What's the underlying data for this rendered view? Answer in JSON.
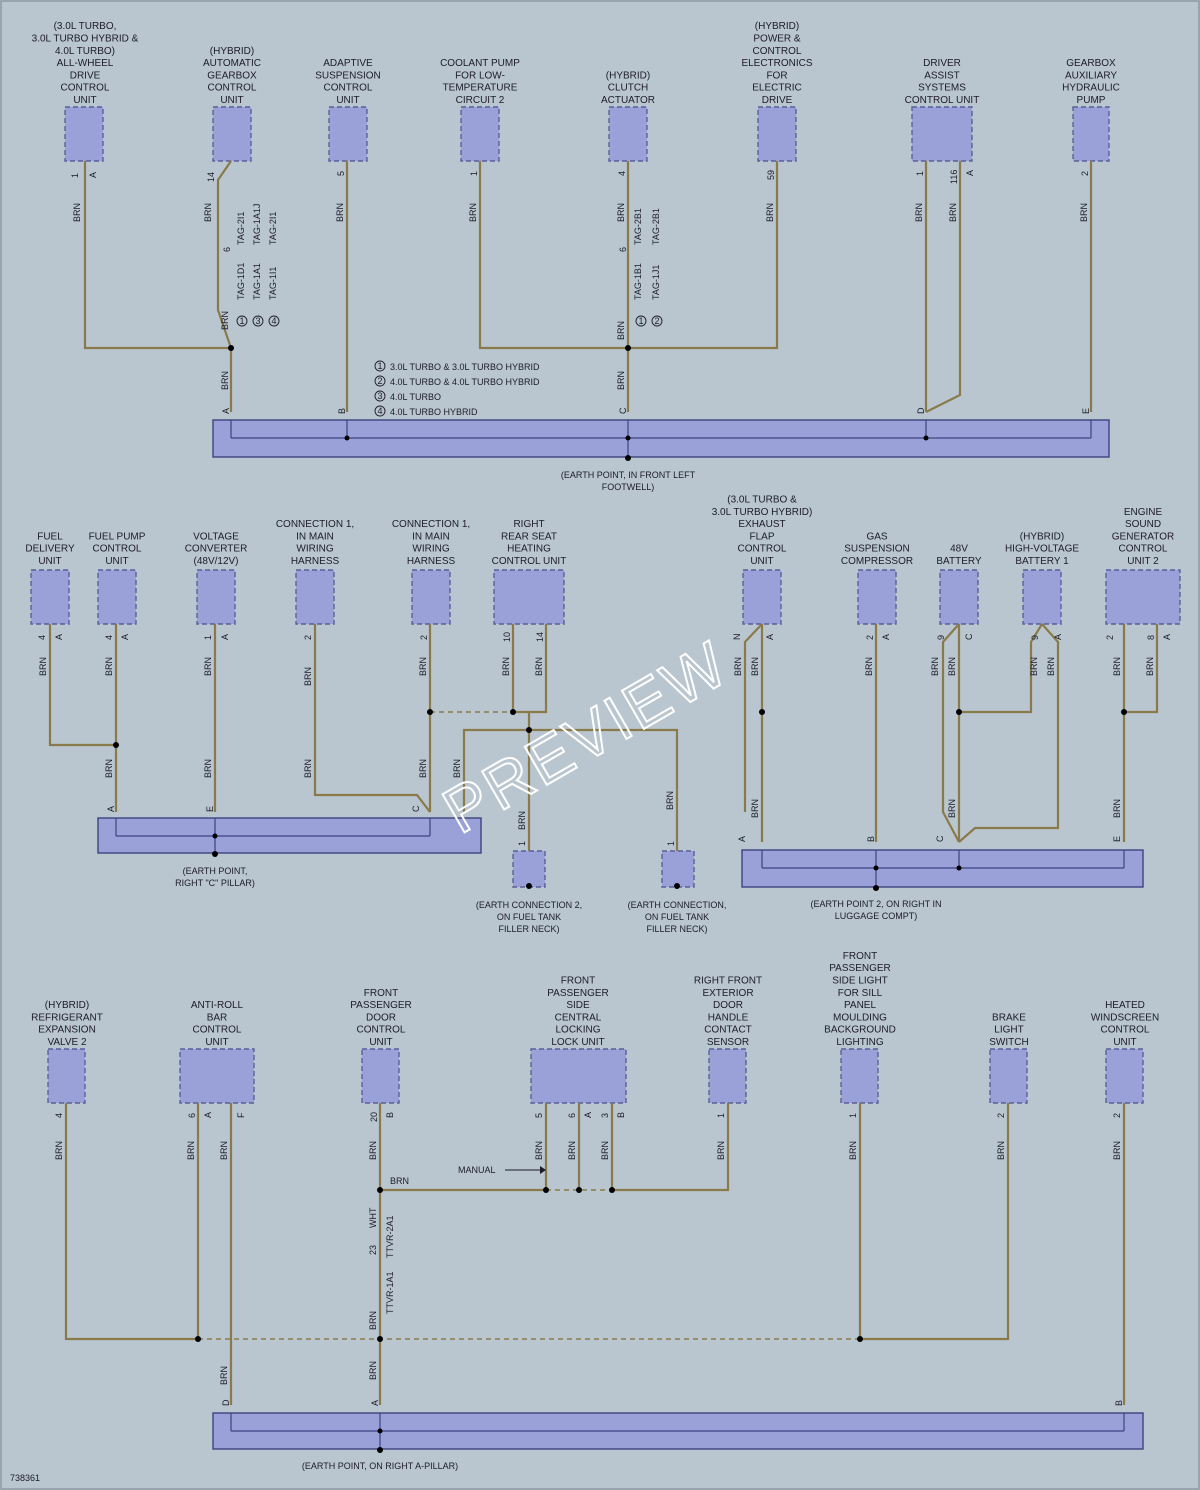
{
  "colors": {
    "background": "#b9c6cf",
    "component": "#9aa0d8",
    "wire": "#8a7a4a"
  },
  "diagram_id": "738361",
  "watermark": "PREVIEW",
  "section1": {
    "components": [
      {
        "id": "awd",
        "lines": [
          "(3.0L TURBO,",
          "3.0L TURBO HYBRID &",
          "4.0L TURBO)",
          "ALL-WHEEL",
          "DRIVE",
          "CONTROL",
          "UNIT"
        ],
        "pins": [
          "1",
          "A"
        ]
      },
      {
        "id": "gearbox",
        "lines": [
          "(HYBRID)",
          "AUTOMATIC",
          "GEARBOX",
          "CONTROL",
          "UNIT"
        ],
        "pins": [
          "14"
        ]
      },
      {
        "id": "adaptive",
        "lines": [
          "ADAPTIVE",
          "SUSPENSION",
          "CONTROL",
          "UNIT"
        ],
        "pins": [
          "5"
        ]
      },
      {
        "id": "coolant",
        "lines": [
          "COOLANT PUMP",
          "FOR LOW-",
          "TEMPERATURE",
          "CIRCUIT 2"
        ],
        "pins": [
          "1"
        ]
      },
      {
        "id": "clutch",
        "lines": [
          "(HYBRID)",
          "CLUTCH",
          "ACTUATOR"
        ],
        "pins": [
          "4"
        ]
      },
      {
        "id": "power",
        "lines": [
          "(HYBRID)",
          "POWER &",
          "CONTROL",
          "ELECTRONICS",
          "FOR",
          "ELECTRIC",
          "DRIVE"
        ],
        "pins": [
          "59"
        ]
      },
      {
        "id": "driver",
        "lines": [
          "DRIVER",
          "ASSIST",
          "SYSTEMS",
          "CONTROL UNIT"
        ],
        "pins": [
          "1",
          "116",
          "A"
        ]
      },
      {
        "id": "gbaux",
        "lines": [
          "GEARBOX",
          "AUXILIARY",
          "HYDRAULIC",
          "PUMP"
        ],
        "pins": [
          "2"
        ]
      }
    ],
    "wire_color": "BRN",
    "tags_left": [
      "TAG-2I1",
      "TAG-1A1J",
      "TAG-2I1",
      "TAG-1D1",
      "TAG-1A1",
      "TAG-1I1"
    ],
    "tags_right": [
      "TAG-2B1",
      "TAG-2B1",
      "TAG-1B1",
      "TAG-1J1"
    ],
    "pin6": "6",
    "circles_left": [
      "1",
      "3",
      "4"
    ],
    "circles_right": [
      "1",
      "2"
    ],
    "legend": [
      "3.0L TURBO & 3.0L TURBO HYBRID",
      "4.0L TURBO & 4.0L TURBO HYBRID",
      "4.0L TURBO",
      "4.0L TURBO HYBRID"
    ],
    "legend_nums": [
      "1",
      "2",
      "3",
      "4"
    ],
    "bar_pins": [
      "A",
      "B",
      "C",
      "D",
      "E"
    ],
    "earth_label": [
      "(EARTH POINT, IN FRONT LEFT",
      "FOOTWELL)"
    ]
  },
  "section2": {
    "components": [
      {
        "id": "fuel",
        "lines": [
          "FUEL",
          "DELIVERY",
          "UNIT"
        ],
        "pins": [
          "4",
          "A"
        ]
      },
      {
        "id": "fpump",
        "lines": [
          "FUEL PUMP",
          "CONTROL",
          "UNIT"
        ],
        "pins": [
          "4",
          "A"
        ]
      },
      {
        "id": "volt",
        "lines": [
          "VOLTAGE",
          "CONVERTER",
          "(48V/12V)"
        ],
        "pins": [
          "1",
          "A"
        ]
      },
      {
        "id": "conn1a",
        "lines": [
          "CONNECTION 1,",
          "IN MAIN",
          "WIRING",
          "HARNESS"
        ],
        "pins": [
          "2"
        ]
      },
      {
        "id": "conn1b",
        "lines": [
          "CONNECTION 1,",
          "IN MAIN",
          "WIRING",
          "HARNESS"
        ],
        "pins": [
          "2"
        ]
      },
      {
        "id": "rearseat",
        "lines": [
          "RIGHT",
          "REAR SEAT",
          "HEATING",
          "CONTROL UNIT"
        ],
        "pins": [
          "10",
          "14"
        ]
      },
      {
        "id": "exhaust",
        "lines": [
          "(3.0L TURBO &",
          "3.0L TURBO HYBRID)",
          "EXHAUST",
          "FLAP",
          "CONTROL",
          "UNIT"
        ],
        "pins": [
          "N",
          "A"
        ]
      },
      {
        "id": "gas",
        "lines": [
          "GAS",
          "SUSPENSION",
          "COMPRESSOR"
        ],
        "pins": [
          "2",
          "A"
        ]
      },
      {
        "id": "bat48",
        "lines": [
          "48V",
          "BATTERY"
        ],
        "pins": [
          "9",
          "C"
        ]
      },
      {
        "id": "hvbat",
        "lines": [
          "(HYBRID)",
          "HIGH-VOLTAGE",
          "BATTERY 1"
        ],
        "pins": [
          "9",
          "A"
        ]
      },
      {
        "id": "engsound",
        "lines": [
          "ENGINE",
          "SOUND",
          "GENERATOR",
          "CONTROL",
          "UNIT 2"
        ],
        "pins": [
          "2",
          "8",
          "A"
        ]
      }
    ],
    "wire_color": "BRN",
    "bar_left_pins": [
      "A",
      "E",
      "C"
    ],
    "bar_right_pins": [
      "A",
      "B",
      "C",
      "E"
    ],
    "earth_left": [
      "(EARTH POINT,",
      "RIGHT \"C\" PILLAR)"
    ],
    "earth_conn2": [
      "(EARTH CONNECTION 2,",
      "ON FUEL TANK",
      "FILLER NECK)"
    ],
    "earth_conn": [
      "(EARTH CONNECTION,",
      "ON FUEL TANK",
      "FILLER NECK)"
    ],
    "earth_right": [
      "(EARTH POINT 2, ON RIGHT IN",
      "LUGGAGE COMPT)"
    ],
    "pin1": "1"
  },
  "section3": {
    "components": [
      {
        "id": "refrig",
        "lines": [
          "(HYBRID)",
          "REFRIGERANT",
          "EXPANSION",
          "VALVE 2"
        ],
        "pins": [
          "4"
        ]
      },
      {
        "id": "antiroll",
        "lines": [
          "ANTI-ROLL",
          "BAR",
          "CONTROL",
          "UNIT"
        ],
        "pins": [
          "6",
          "A",
          "F"
        ]
      },
      {
        "id": "fpdoor",
        "lines": [
          "FRONT",
          "PASSENGER",
          "DOOR",
          "CONTROL",
          "UNIT"
        ],
        "pins": [
          "20",
          "B"
        ]
      },
      {
        "id": "fplock",
        "lines": [
          "FRONT",
          "PASSENGER",
          "SIDE",
          "CENTRAL",
          "LOCKING",
          "LOCK UNIT"
        ],
        "pins": [
          "5",
          "6",
          "A",
          "3",
          "B"
        ]
      },
      {
        "id": "rfdoor",
        "lines": [
          "RIGHT FRONT",
          "EXTERIOR",
          "DOOR",
          "HANDLE",
          "CONTACT",
          "SENSOR"
        ],
        "pins": [
          "1"
        ]
      },
      {
        "id": "fpsill",
        "lines": [
          "FRONT",
          "PASSENGER",
          "SIDE LIGHT",
          "FOR SILL",
          "PANEL",
          "MOULDING",
          "BACKGROUND",
          "LIGHTING"
        ],
        "pins": [
          "1"
        ]
      },
      {
        "id": "brake",
        "lines": [
          "BRAKE",
          "LIGHT",
          "SWITCH"
        ],
        "pins": [
          "2"
        ]
      },
      {
        "id": "heated",
        "lines": [
          "HEATED",
          "WINDSCREEN",
          "CONTROL",
          "UNIT"
        ],
        "pins": [
          "2"
        ]
      }
    ],
    "wire_color": "BRN",
    "manual": "MANUAL",
    "wht": "WHT",
    "ttvr": [
      "TTVR-2A1",
      "TTVR-1A1"
    ],
    "pin23": "23",
    "bar_pins": [
      "D",
      "A",
      "B"
    ],
    "earth_label": [
      "(EARTH POINT, ON RIGHT A-PILLAR)"
    ]
  }
}
